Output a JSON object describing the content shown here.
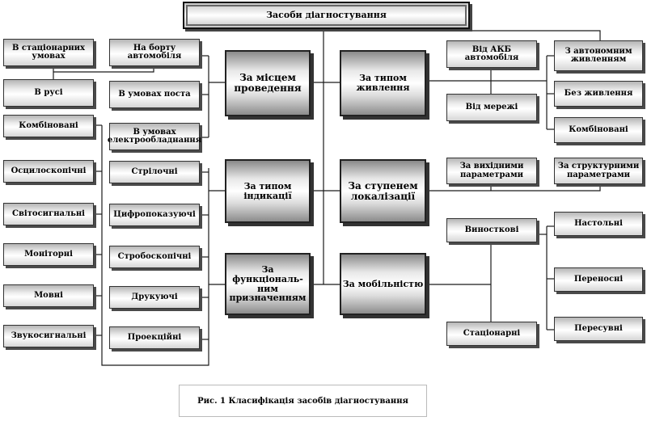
{
  "title": "Засоби діагностування",
  "caption": "Рис. 1 Класифікація засобів діагностування",
  "categories": {
    "by_place": "За місцем проведення",
    "by_power": "За типом живлення",
    "by_indication": "За типом індикації",
    "by_localization": "За ступенем локалізації",
    "by_function": "За функціональ-ним призначенням",
    "by_mobility": "За мобільністю"
  },
  "place_items": [
    "В стаціонарних умовах",
    "На борту автомобіля",
    "В русі",
    "В умовах поста",
    "В умовах електрообладнання"
  ],
  "power_items": [
    "Від АКБ автомобіля",
    "З автономним живленням",
    "Від мережі",
    "Без живлення",
    "Комбіновані"
  ],
  "indication_items": [
    "Стрілочні",
    "Цифропоказуючі",
    "Стробоскопічні",
    "Друкуючі",
    "Проекційні"
  ],
  "function_items": [
    "Комбіновані",
    "Осцилоскопічні",
    "Світосигнальні",
    "Моніторні",
    "Мовні",
    "Звукосигнальні"
  ],
  "localization_items": [
    "За вихідними параметрами",
    "За структурними параметрами"
  ],
  "mobility_items": [
    "Виносткові",
    "Стаціонарні"
  ],
  "mobility_subitems": [
    "Настольні",
    "Переносні",
    "Пересувні"
  ]
}
